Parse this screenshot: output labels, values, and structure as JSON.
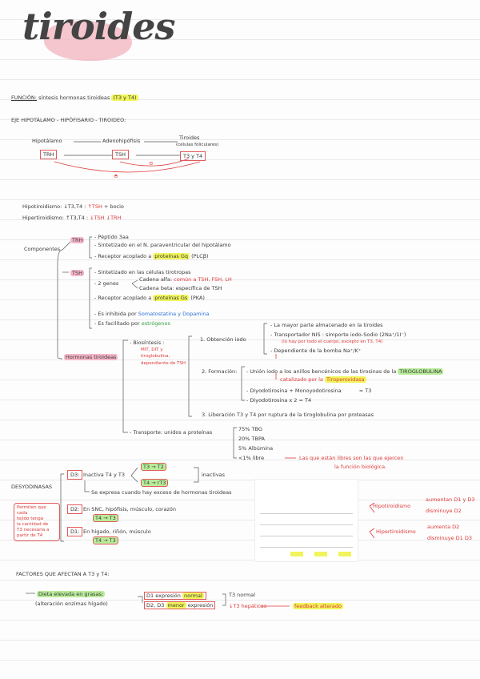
{
  "header": {
    "title": "tiroides"
  },
  "funcion": {
    "label": "FUNCIÓN:",
    "text": "síntesis hormonas tiroideas",
    "hl": "(T3 y T4)"
  },
  "eje": {
    "label": "EJE HIPOTÁLAMO - HIPÓFISARIO - TIROIDEO:",
    "hipotalamo": "Hipotálamo",
    "adeno": "Adenohipófisis",
    "tiroides": "Tiroides",
    "celulas": "(células foliculares)",
    "trh": "TRH",
    "tsh": "TSH",
    "t3t4": "T3 y T4",
    "minus1": "⊖",
    "minus2": "⊖"
  },
  "hipo": {
    "label": "Hipotiroidismo:",
    "val": "↓T3,T4 :",
    "res1": "↑TSH",
    "res2": "+ bocio"
  },
  "hiper": {
    "label": "Hipertiroidismo:",
    "val": "↑T3,T4 :",
    "res1": "↓TSH",
    "res2": "↓TRH"
  },
  "componentes": {
    "label": "Componentes"
  },
  "trh_block": {
    "tag": "TRH",
    "l1": "- Péptido 3aa",
    "l2": "- Sintetizado en el N. paraventricular del hipotálamo",
    "l3a": "- Receptor acoplado a",
    "l3b": "proteínas Gq",
    "l3c": "(PLCβ)"
  },
  "tsh_block": {
    "tag": "TSH",
    "l1": "- Sintetizado en las células tirotropas",
    "l2": "- 2 genes",
    "alfa_a": "Cadena alfa:",
    "alfa_b": "común a TSH, FSH, LH",
    "beta": "Cadena beta: específica de TSH",
    "l3a": "- Receptor acoplado a",
    "l3b": "proteínas Gs",
    "l3c": "(PKA)",
    "l4a": "- Es inhibida por",
    "l4b": "Somatostatina y Dopamina",
    "l5a": "- Es facilitado por",
    "l5b": "estrógenos"
  },
  "hormonas": {
    "label": "Hormonas tiroideas"
  },
  "biosintesis": {
    "label": "- Biosíntesis :",
    "side1": "MIT, DIT y",
    "side2": "tiroglobulina,",
    "side3": "dependiente de TSH",
    "s1": "1. Obtención iodo",
    "s1a": "- La mayor parte almacenado en la tiroides",
    "s1b": "- Transportador NIS : simporte iodo-Sodio (2Na⁺/1I⁻)",
    "s1c": "(lo hay por todo el cuerpo, excepto en T3, T4)",
    "s1d": "- Dependiente de la bomba Na⁺/K⁺",
    "s2": "2. Formación:",
    "s2a": "- Unión iodo a los anillos bencénicos de las tirosinas de la",
    "s2b": "TIROGLOBULINA",
    "s2c": "catalizado por la",
    "s2d": "Tiroperoxidasa",
    "s2e": "- Diyodotirosina + Monoyodotirosina",
    "s2f": "= T3",
    "s2g": "- Diyodotirosina x 2",
    "s2h": "= T4",
    "s3": "3. Liberación T3 y T4 por ruptura de la tiroglobulina por proteasas"
  },
  "transporte": {
    "label": "- Transporte: unidos a proteínas",
    "p1": "75% TBG",
    "p2": "20% TBPA",
    "p3": "5% Albúmina",
    "p4": "<1% libre",
    "note1": "Las que están libres son las que ejercen",
    "note2": "la función biológica."
  },
  "desyodinasas": {
    "label": "DESYODINASAS",
    "note": [
      "Permiten que cada",
      "tejido tenga",
      "la cantidad de",
      "T3 necesaria a",
      "partir de T4"
    ],
    "d3": "D3:",
    "d3_a": "Inactiva T4 y T3",
    "d3_r1": "T3 → T2",
    "d3_r2": "T4 → rT3",
    "d3_b": "inactivas",
    "d3_c": "Se expresa cuando hay exceso de hormonas tiroideas",
    "d2": "D2:",
    "d2_a": "En SNC, hipófisis, músculo, corazón",
    "d2_r": "T4 → T3",
    "d1": "D1:",
    "d1_a": "En hígado, riñón, músculo",
    "d1_r": "T4 → T3"
  },
  "right_notes": {
    "hipo": "Hipotiroidismo",
    "hipo_a": "aumentan D1 y D3",
    "hipo_b": "disminuye D2",
    "hiper": "Hipertiroidismo",
    "hiper_a": "aumenta D2",
    "hiper_b": "disminuye D1 D3"
  },
  "factores": {
    "label": "FACTORES QUE AFECTAN A T3 y T4:",
    "dieta": "Dieta elevada en grasas:",
    "dieta2": "(alteración enzimas hígado)",
    "r1a": "D1 expresión",
    "r1b": "normal",
    "r2a": "D2, D3",
    "r2b": "menor",
    "r2c": "expresión",
    "o1": "T3 normal",
    "o2a": "↓T3 hepáticas",
    "o2b": "feedback alterado"
  }
}
